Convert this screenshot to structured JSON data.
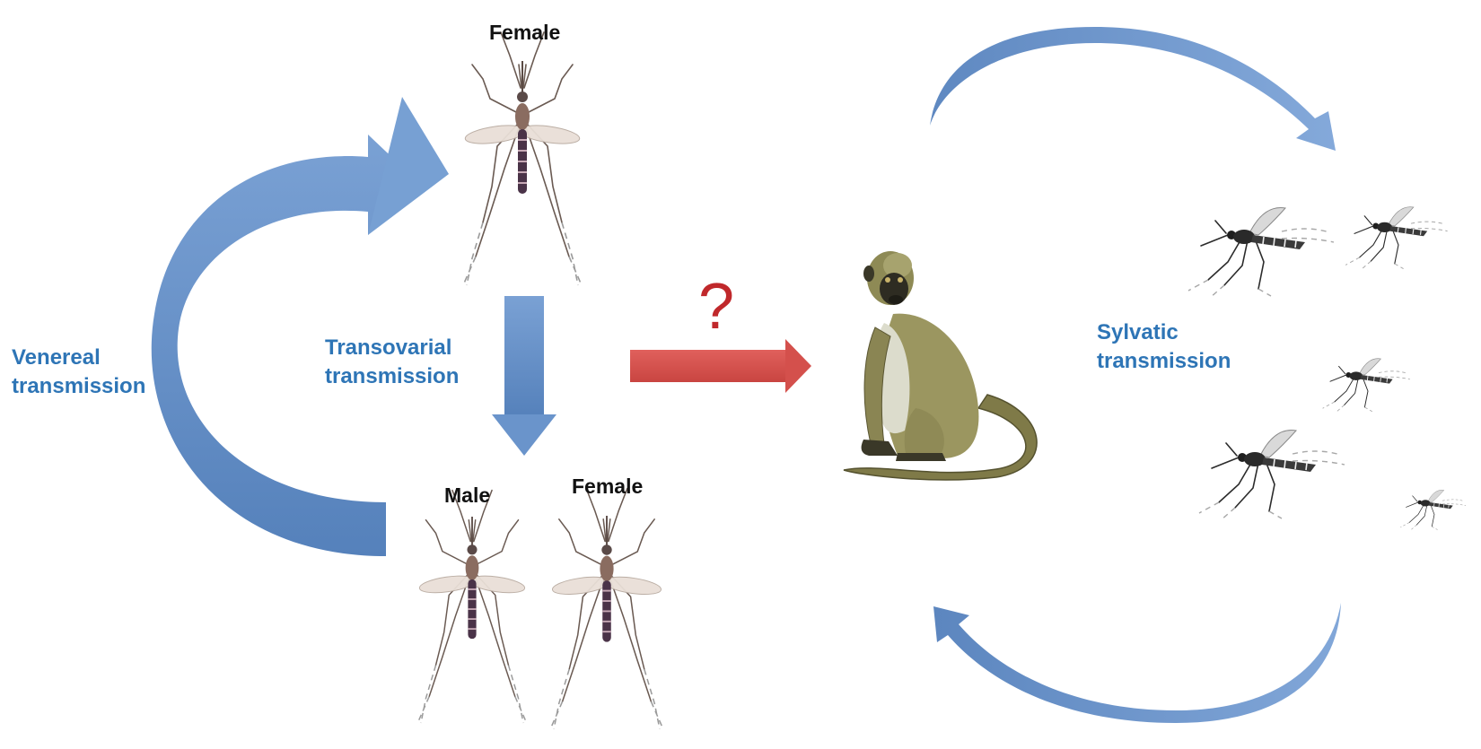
{
  "labels": {
    "top_female": "Female",
    "bottom_male": "Male",
    "bottom_female": "Female",
    "venereal_line1": "Venereal",
    "venereal_line2": "transmission",
    "transovarial_line1": "Transovarial",
    "transovarial_line2": "transmission",
    "sylvatic_line1": "Sylvatic",
    "sylvatic_line2": "transmission",
    "question": "?"
  },
  "icons": {
    "mosquito": "mosquito-icon",
    "monkey": "monkey-icon"
  },
  "colors": {
    "arrow_blue": "#6f97cc",
    "arrow_blue_dark": "#4f79b4",
    "arrow_red": "#d9534f",
    "question_red": "#c0282b",
    "label_blue": "#2e75b6",
    "label_black": "#111111",
    "monkey_fur": "#9b9660",
    "monkey_dark": "#55522f"
  }
}
